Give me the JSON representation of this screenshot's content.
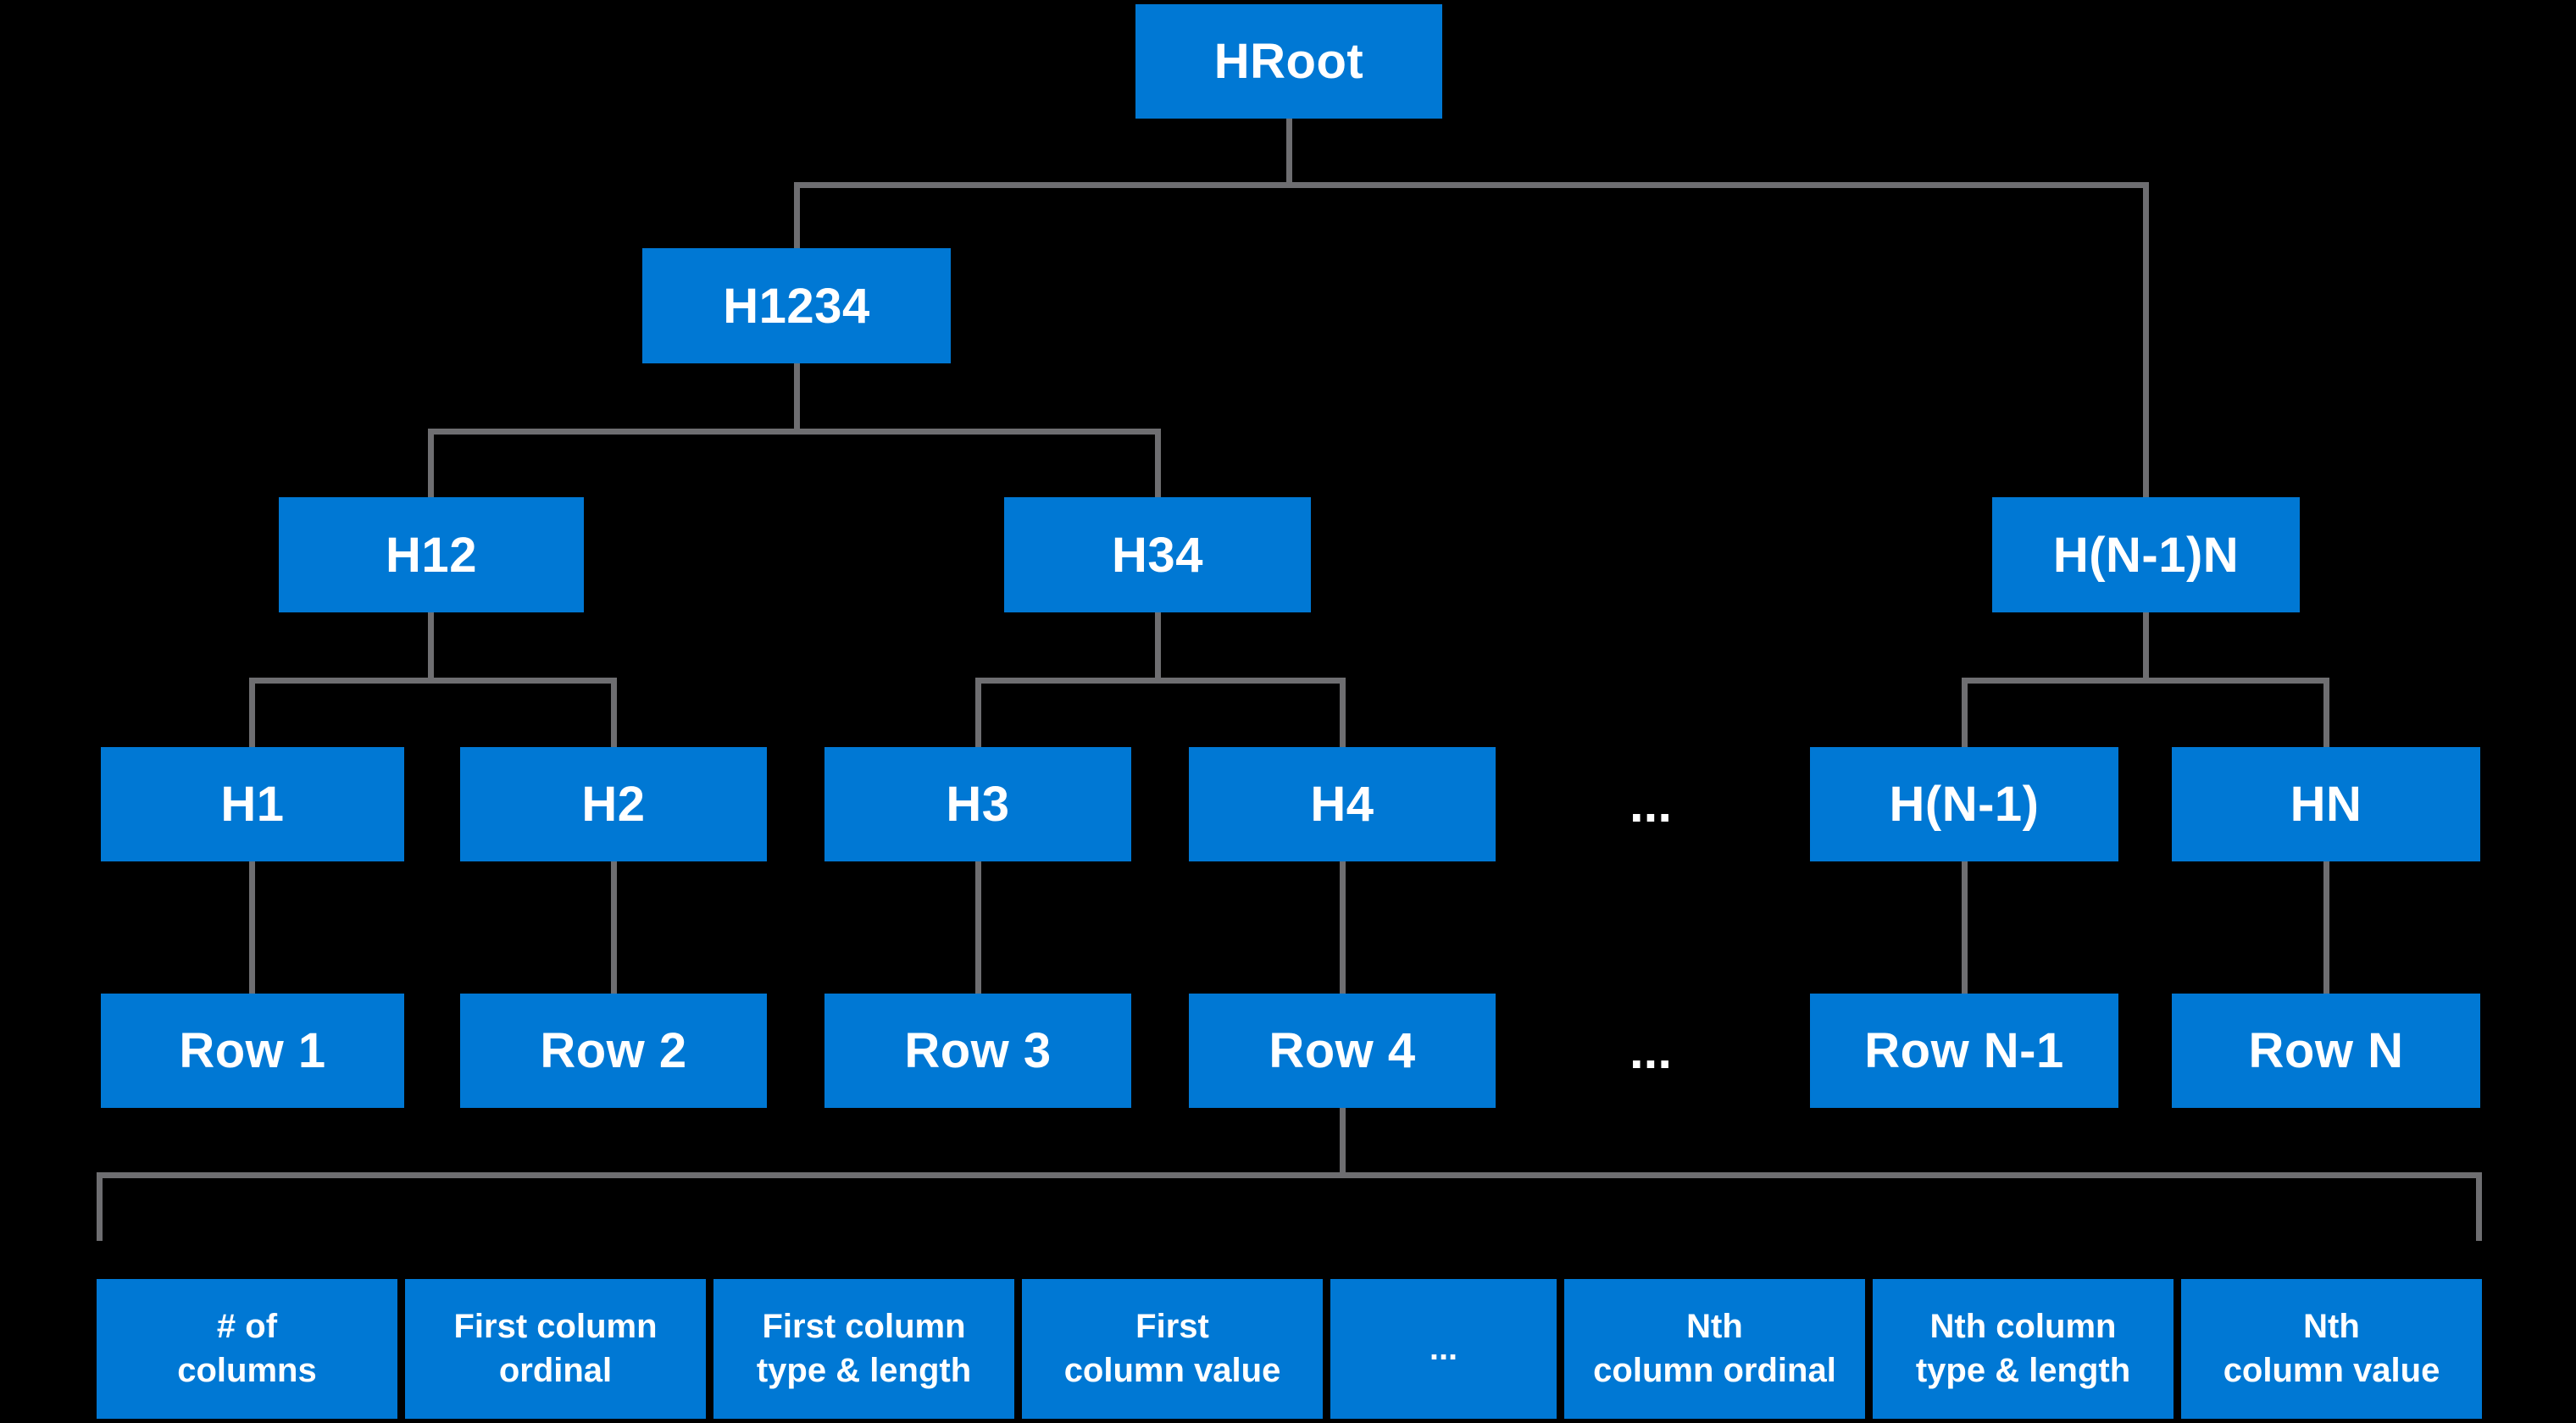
{
  "diagram": {
    "colors": {
      "background": "#000000",
      "node": "#0078D4",
      "line": "#6E6E71",
      "text": "#FFFFFF"
    },
    "nodes": {
      "hroot": "HRoot",
      "h1234": "H1234",
      "h12": "H12",
      "h34": "H34",
      "hn1n": "H(N-1)N",
      "h1": "H1",
      "h2": "H2",
      "h3": "H3",
      "h4": "H4",
      "hash_level_ellipsis": "...",
      "hn1": "H(N-1)",
      "hn": "HN",
      "row1": "Row 1",
      "row2": "Row 2",
      "row3": "Row 3",
      "row4": "Row 4",
      "row_level_ellipsis": "...",
      "rown1": "Row N-1",
      "rown": "Row N"
    },
    "detail_row": [
      {
        "label": "# of\ncolumns"
      },
      {
        "label": "First column\nordinal"
      },
      {
        "label": "First column\ntype & length"
      },
      {
        "label": "First\ncolumn value"
      },
      {
        "label": "..."
      },
      {
        "label": "Nth\ncolumn ordinal"
      },
      {
        "label": "Nth column\ntype & length"
      },
      {
        "label": "Nth\ncolumn value"
      }
    ]
  }
}
